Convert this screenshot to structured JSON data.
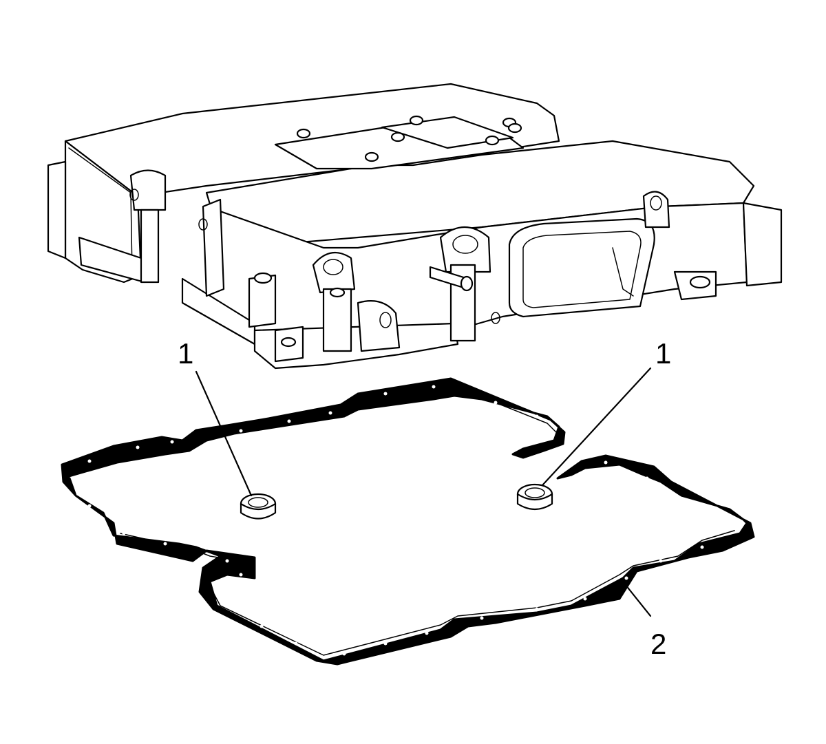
{
  "callouts": {
    "seal_left": "1",
    "seal_right": "1",
    "gasket": "2"
  }
}
